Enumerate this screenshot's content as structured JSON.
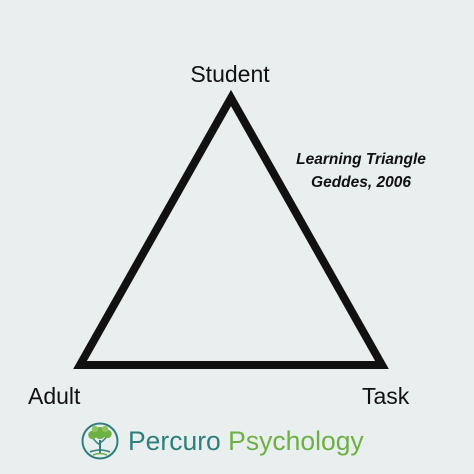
{
  "diagram": {
    "vertices": {
      "top": "Student",
      "left": "Adult",
      "right": "Task"
    },
    "caption": {
      "line1": "Learning Triangle",
      "line2": "Geddes, 2006"
    }
  },
  "brand": {
    "first_word": "Percuro",
    "second_word": "Psychology",
    "logo_icon": "tree-of-life-logo-icon"
  },
  "colors": {
    "background": "#e9eeef",
    "triangle_stroke": "#111111",
    "brand_teal": "#2f7f7c",
    "brand_green": "#6db043"
  }
}
